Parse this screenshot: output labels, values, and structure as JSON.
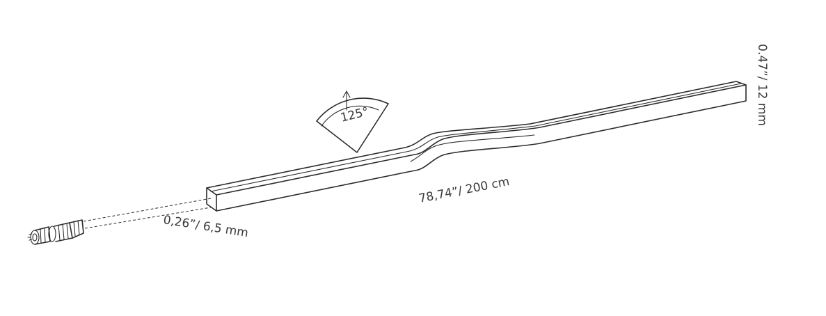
{
  "dimensions": {
    "length": "78,74”/ 200 cm",
    "width": "0,26”/ 6,5 mm",
    "height": "0.47”/ 12 mm",
    "bend_angle": "125°"
  },
  "colors": {
    "line": "#2b2b2b",
    "text": "#3a3a3a",
    "background": "#ffffff"
  },
  "icons": {
    "connector": "connector-plug-icon",
    "angle": "angle-arc-icon"
  }
}
